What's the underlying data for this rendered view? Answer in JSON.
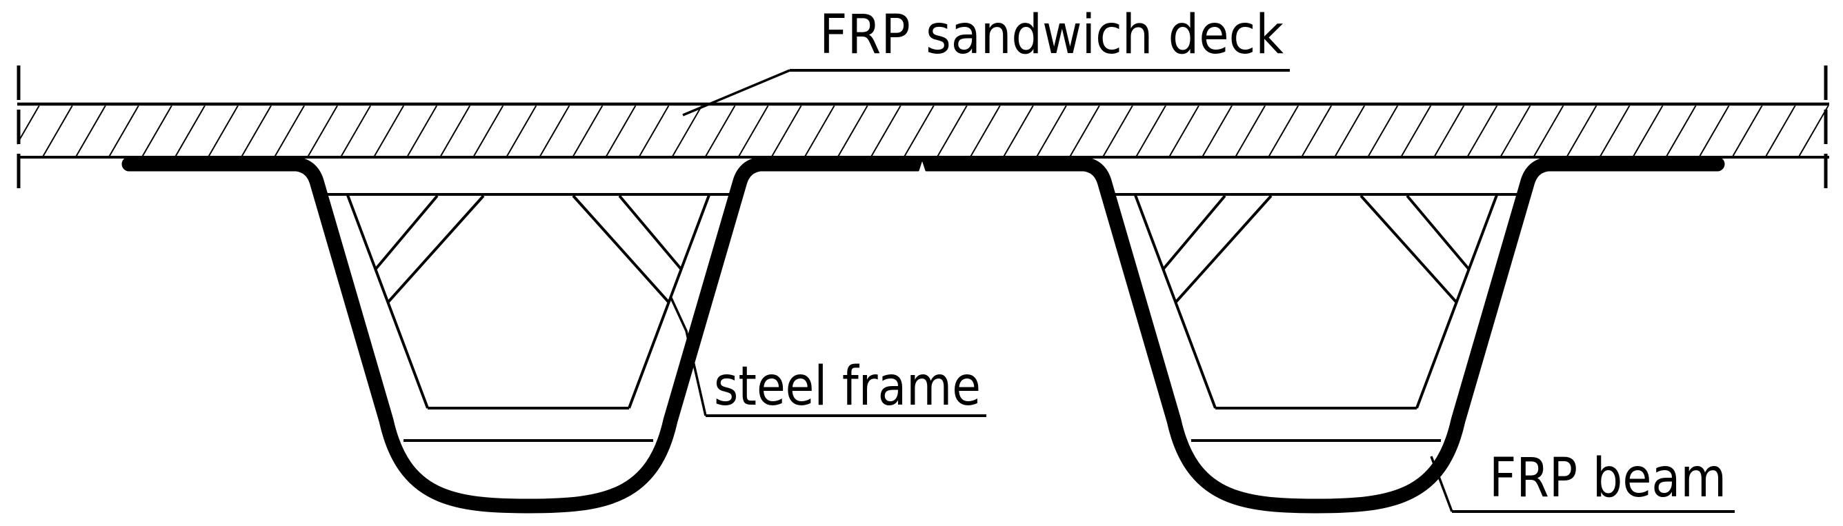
{
  "title": "FRP sandwich deck on FRP beams - cross-section diagram",
  "colors": {
    "line": "#000000",
    "background": "#ffffff"
  },
  "labels": {
    "deck": "FRP sandwich deck",
    "steel_frame": "steel frame",
    "frp_beam": "FRP beam"
  },
  "components": [
    "FRP sandwich deck (hatched slab)",
    "FRP beam (left trough)",
    "FRP beam (right trough)",
    "steel frame truss inside each beam"
  ]
}
